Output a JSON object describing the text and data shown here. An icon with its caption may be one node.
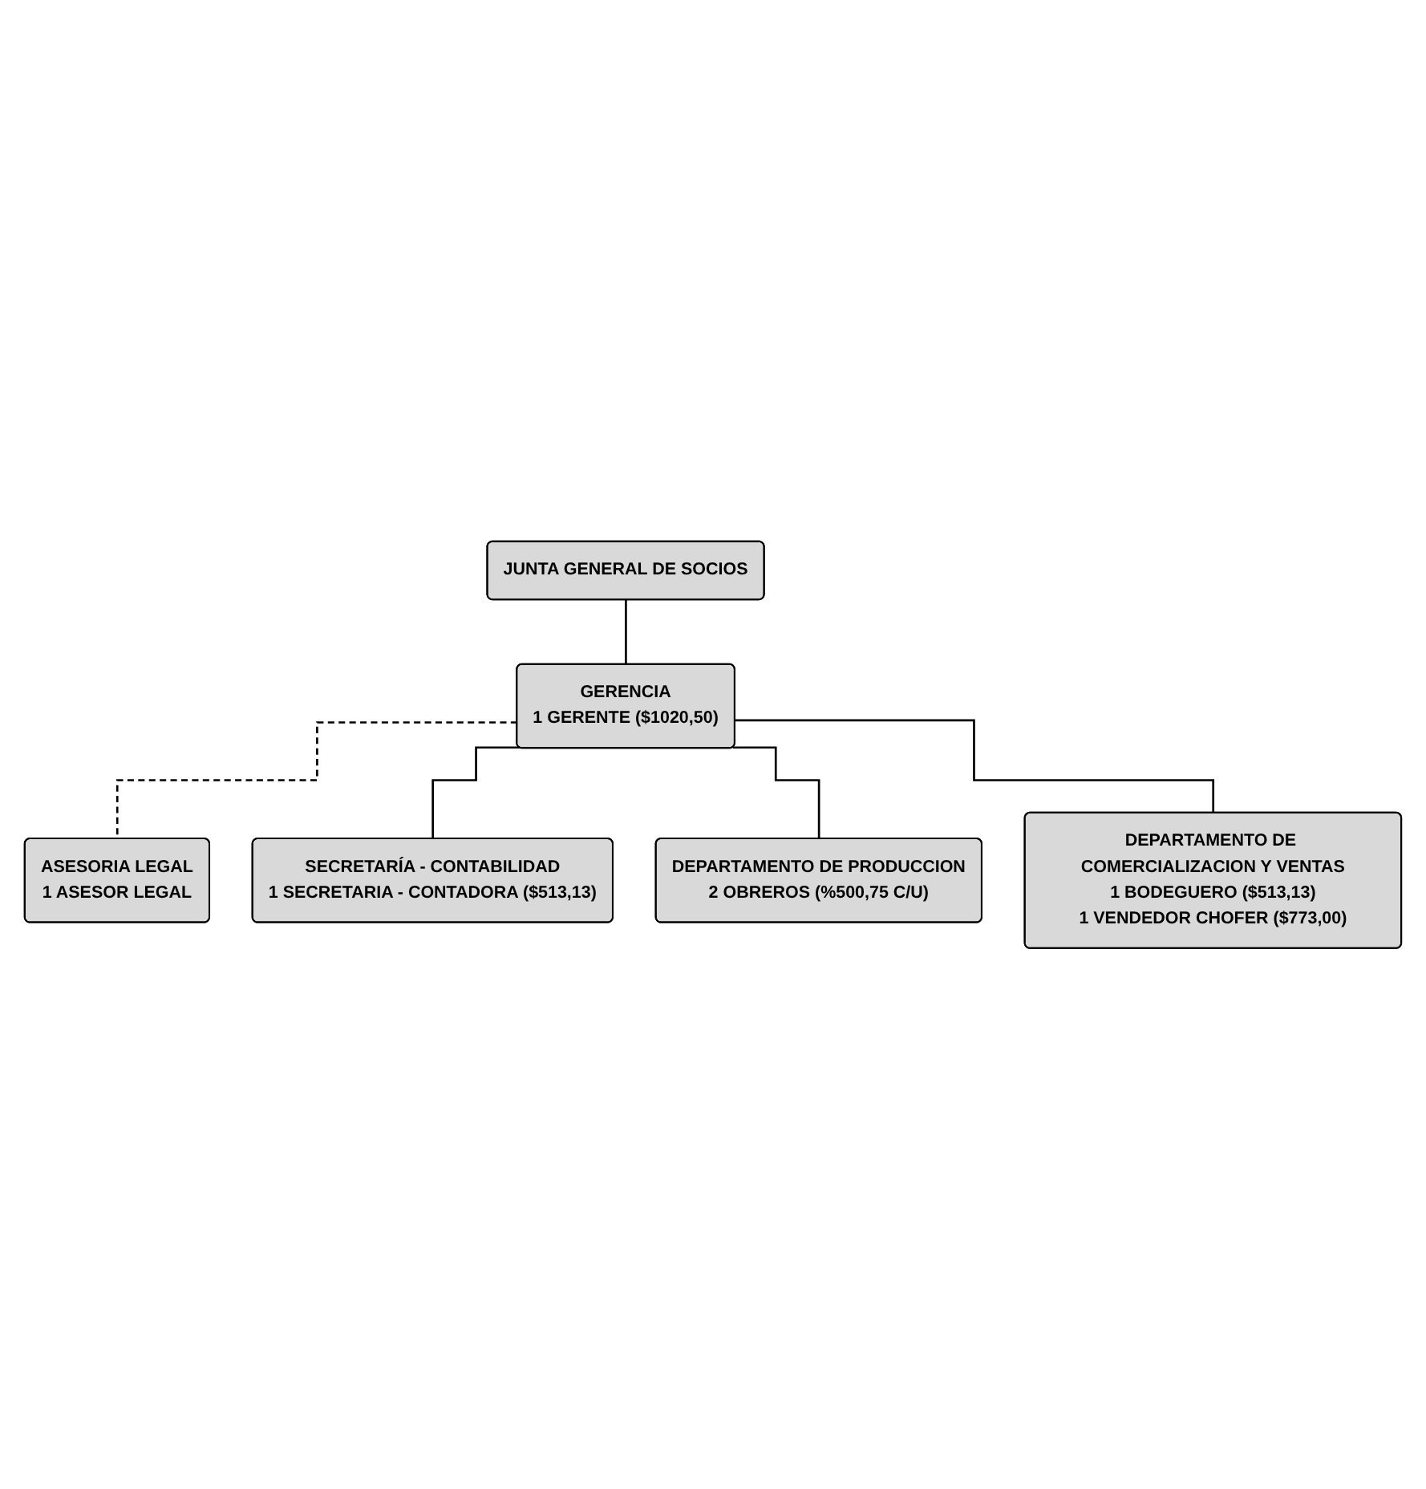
{
  "diagram": {
    "nodes": [
      {
        "text": [
          "JUNTA GENERAL DE SOCIOS"
        ]
      },
      {
        "text": [
          "GERENCIA",
          "1 GERENTE ($1020,50)"
        ]
      },
      {
        "text": [
          "ASESORIA LEGAL",
          "1 ASESOR LEGAL"
        ]
      },
      {
        "text": [
          "SECRETARÍA - CONTABILIDAD",
          "1 SECRETARIA - CONTADORA ($513,13)"
        ]
      },
      {
        "text": [
          "DEPARTAMENTO DE PRODUCCION",
          "2 OBREROS (%500,75 C/U)"
        ]
      },
      {
        "text": [
          "DEPARTAMENTO DE COMERCIALIZACION Y VENTAS",
          "1 BODEGUERO ($513,13)",
          "1 VENDEDOR CHOFER ($773,00)"
        ]
      }
    ],
    "edges": [
      {
        "from": 0,
        "to": 1,
        "arrow": "none"
      },
      {
        "from": 1,
        "to": 2,
        "arrow": "none",
        "style": "dashed"
      },
      {
        "from": 1,
        "to": 3,
        "arrow": "none"
      },
      {
        "from": 1,
        "to": 4,
        "arrow": "none"
      },
      {
        "from": 1,
        "to": 5,
        "arrow": "none"
      }
    ]
  }
}
